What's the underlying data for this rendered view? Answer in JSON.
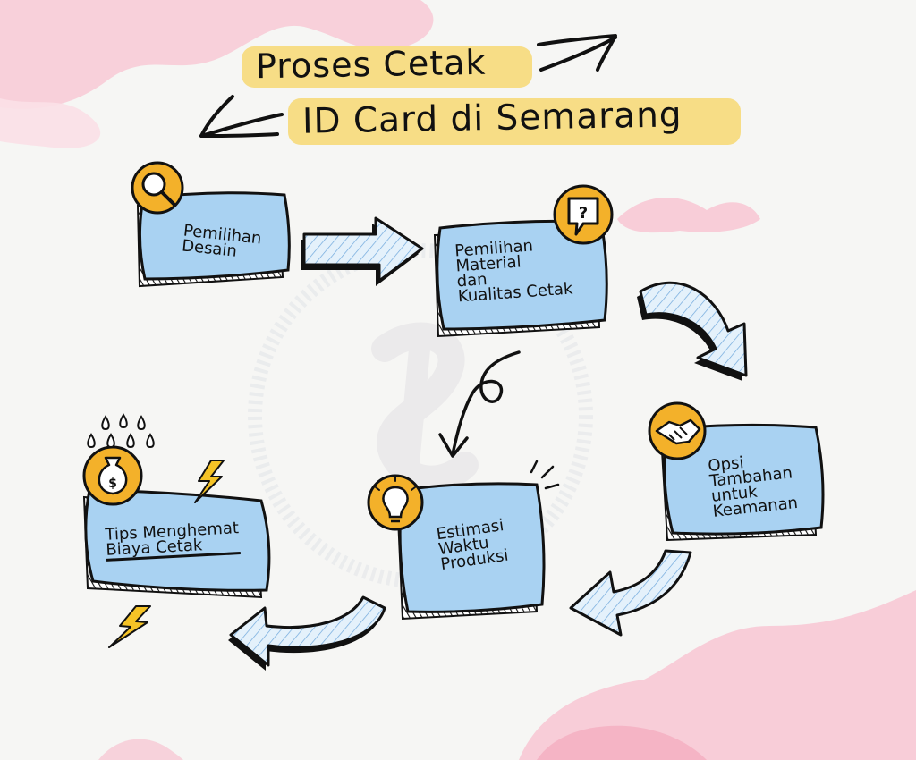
{
  "title": {
    "line1": "Proses Cetak",
    "line2": "ID Card di Semarang"
  },
  "steps": [
    {
      "lines": [
        "Pemilihan",
        "Desain"
      ],
      "icon": "magnifier-icon"
    },
    {
      "lines": [
        "Pemilihan",
        "Material",
        "dan",
        "Kualitas Cetak"
      ],
      "icon": "question-bubble-icon"
    },
    {
      "lines": [
        "Opsi",
        "Tambahan",
        "untuk",
        "Keamanan"
      ],
      "icon": "handshake-icon"
    },
    {
      "lines": [
        "Estimasi",
        "Waktu",
        "Produksi"
      ],
      "icon": "lightbulb-icon"
    },
    {
      "lines": [
        "Tips Menghemat",
        "Biaya Cetak"
      ],
      "icon": "money-bag-icon"
    }
  ],
  "colors": {
    "box_fill": "#a9d2f2",
    "icon_circle": "#f3b12a",
    "highlight": "#f7dd86",
    "blob": "#f8c9d5",
    "outline": "#111111",
    "lightning": "#f5c326"
  }
}
